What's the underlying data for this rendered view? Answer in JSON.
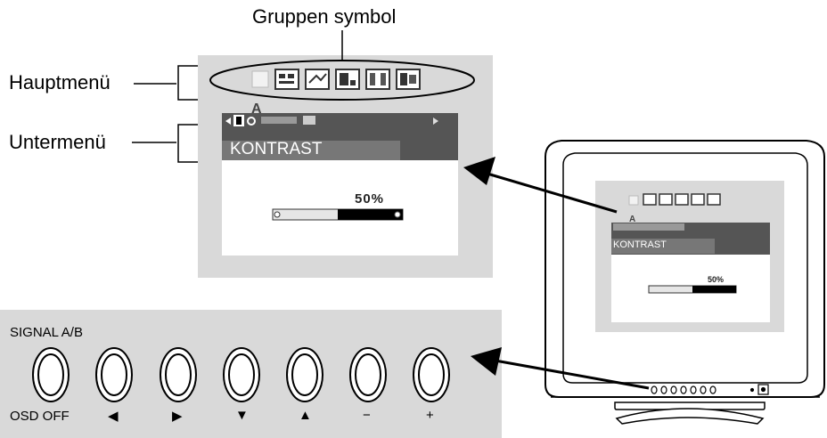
{
  "labels": {
    "group_symbol": "Gruppen symbol",
    "main_menu": "Hauptmenü",
    "sub_menu": "Untermenü"
  },
  "osd": {
    "submenu_title": "KONTRAST",
    "value_text": "50%",
    "level": 0.5
  },
  "monitor_osd": {
    "submenu_title": "KONTRAST",
    "value_text": "50%",
    "level": 0.5
  },
  "buttons": {
    "signal_label": "SIGNAL A/B",
    "osd_off_label": "OSD OFF",
    "items": [
      {
        "symbol": "◀",
        "name": "left-arrow"
      },
      {
        "symbol": "▶",
        "name": "right-arrow"
      },
      {
        "symbol": "▼",
        "name": "down-arrow"
      },
      {
        "symbol": "▲",
        "name": "up-arrow"
      },
      {
        "symbol": "−",
        "name": "minus"
      },
      {
        "symbol": "+",
        "name": "plus"
      }
    ]
  },
  "colors": {
    "panel": "#d9d9d9",
    "menu_bar": "#555555",
    "highlight": "#7a7a7a"
  }
}
